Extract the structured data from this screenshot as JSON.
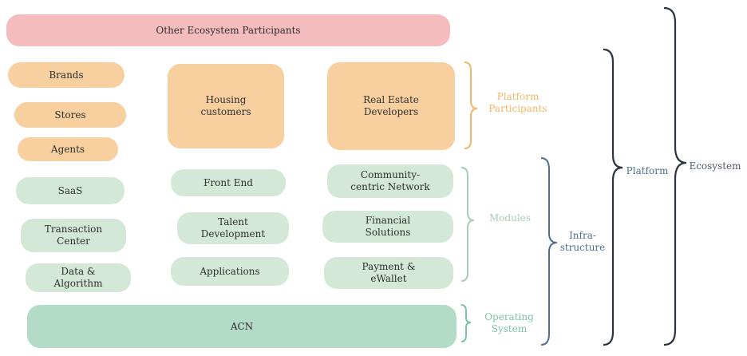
{
  "diagram": {
    "top_banner": "Other Ecosystem Participants",
    "participants": {
      "brands": "Brands",
      "stores": "Stores",
      "agents": "Agents",
      "housing_customers": "Housing\ncustomers",
      "real_estate_developers": "Real Estate\nDevelopers"
    },
    "modules": {
      "saas": "SaaS",
      "transaction_center": "Transaction\nCenter",
      "data_algorithm": "Data &\nAlgorithm",
      "front_end": "Front End",
      "talent_development": "Talent\nDevelopment",
      "applications": "Applications",
      "community_network": "Community-\ncentric Network",
      "financial_solutions": "Financial\nSolutions",
      "payment_ewallet": "Payment &\neWallet"
    },
    "operating": {
      "acn": "ACN"
    },
    "brace_labels": {
      "platform_participants": "Platform\nParticipants",
      "modules": "Modules",
      "operating_system": "Operating\nSystem",
      "infrastructure": "Infra-\nstructure",
      "platform": "Platform",
      "ecosystem": "Ecosystem"
    },
    "colors": {
      "pink": "#f4bcbc",
      "peach": "#f8cf9f",
      "sage": "#d4e8d8",
      "teal": "#b3dbc8",
      "participants_label": "#f2b668",
      "modules_label": "#a9cdb4",
      "infra_label": "#4f6f8f",
      "dark_brace": "#2b3440"
    }
  }
}
